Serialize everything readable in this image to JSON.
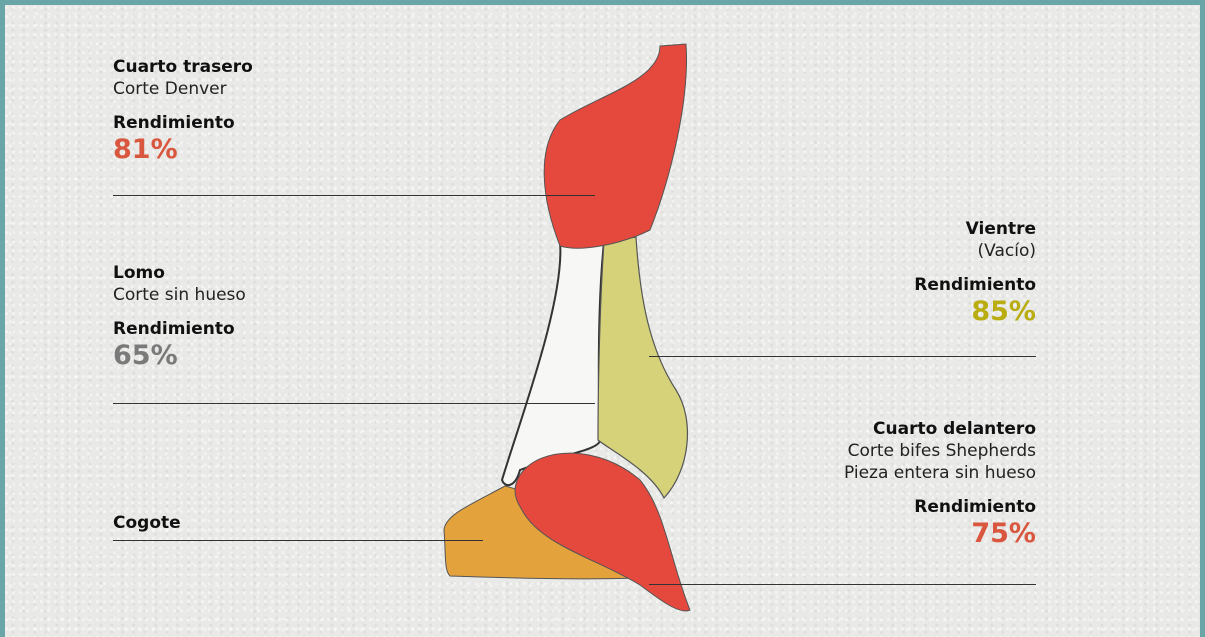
{
  "labels": {
    "cuarto_trasero": {
      "title": "Cuarto trasero",
      "sub": "Corte Denver",
      "rend": "Rendimiento",
      "pct": "81%"
    },
    "lomo": {
      "title": "Lomo",
      "sub": "Corte sin hueso",
      "rend": "Rendimiento",
      "pct": "65%"
    },
    "cogote": {
      "title": "Cogote"
    },
    "vientre": {
      "title": "Vientre",
      "sub": "(Vacío)",
      "rend": "Rendimiento",
      "pct": "85%"
    },
    "cuarto_delantero": {
      "title": "Cuarto delantero",
      "sub1": "Corte bifes Shepherds",
      "sub2": "Pieza entera sin hueso",
      "rend": "Rendimiento",
      "pct": "75%"
    }
  },
  "colors": {
    "background": "#e9e9e7",
    "frame": "#6aa6a8",
    "red_cut": "#e5483d",
    "yellow_cut": "#d5d27a",
    "orange_cut": "#e4a23d",
    "pct_red": "#d9573e",
    "pct_grey": "#7a7a7a",
    "pct_yellow": "#b9ad12"
  }
}
